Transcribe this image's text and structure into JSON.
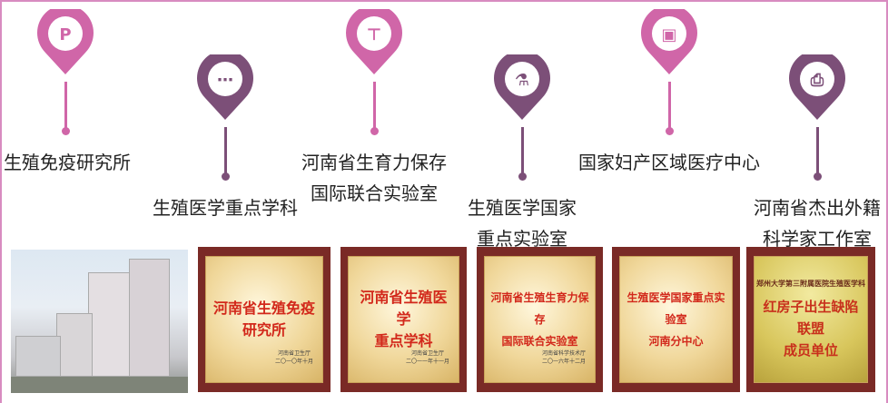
{
  "colors": {
    "pink": "#d066a8",
    "purple": "#7c4f78",
    "plaque_frame": "#7a2a26",
    "plaque_text": "#d2281b"
  },
  "milestones": [
    {
      "icon": "presentation-file-icon",
      "lines": [
        "生殖免疫研究所"
      ],
      "color": "pink"
    },
    {
      "icon": "chat-bubble-icon",
      "lines": [
        "生殖医学重点学科"
      ],
      "color": "purple"
    },
    {
      "icon": "org-chart-icon",
      "lines": [
        "河南省生育力保存",
        "国际联合实验室"
      ],
      "color": "pink"
    },
    {
      "icon": "flask-icon",
      "lines": [
        "生殖医学国家",
        "重点实验室"
      ],
      "color": "purple"
    },
    {
      "icon": "image-icon",
      "lines": [
        "国家妇产区域医疗中心"
      ],
      "color": "pink"
    },
    {
      "icon": "printer-icon",
      "lines": [
        "河南省杰出外籍",
        "科学家工作室"
      ],
      "color": "purple"
    }
  ],
  "plaques": [
    {
      "title": [
        "河南省生殖免疫",
        "研究所"
      ],
      "issuer": "河南省卫生厅",
      "date": "二〇一〇年十月"
    },
    {
      "title": [
        "河南省生殖医学",
        "重点学科"
      ],
      "issuer": "河南省卫生厅",
      "date": "二〇一一年十一月"
    },
    {
      "title": [
        "河南省生殖生育力保存",
        "国际联合实验室"
      ],
      "issuer": "河南省科学技术厅",
      "date": "二〇一六年十二月"
    },
    {
      "title": [
        "生殖医学国家重点实验室",
        "河南分中心"
      ]
    },
    {
      "header": "郑州大学第三附属医院生殖医学科",
      "title": [
        "红房子出生缺陷联盟",
        "成员单位"
      ]
    }
  ]
}
